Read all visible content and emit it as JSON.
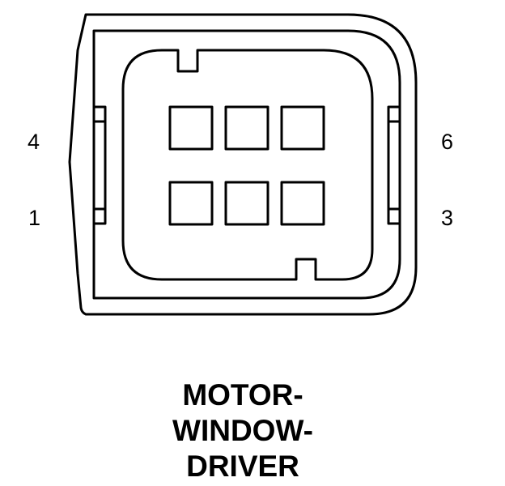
{
  "pin_labels": {
    "top_left": "4",
    "bottom_left": "1",
    "top_right": "6",
    "bottom_right": "3"
  },
  "caption": {
    "line1": "MOTOR-",
    "line2": "WINDOW-",
    "line3": "DRIVER"
  },
  "colors": {
    "line": "#000000",
    "background": "#ffffff"
  }
}
